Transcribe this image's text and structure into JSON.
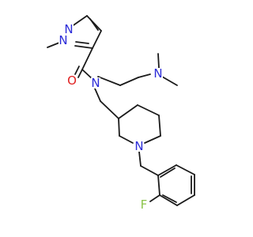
{
  "structure": {
    "atoms": [
      {
        "label": "N",
        "color": "#2b2bd8"
      },
      {
        "label": "N",
        "color": "#2b2bd8"
      },
      {
        "label": "O",
        "color": "#e02020"
      },
      {
        "label": "N",
        "color": "#2b2bd8"
      },
      {
        "label": "N",
        "color": "#2b2bd8"
      },
      {
        "label": "N",
        "color": "#2b2bd8"
      },
      {
        "label": "F",
        "color": "#8bc34a"
      }
    ]
  }
}
